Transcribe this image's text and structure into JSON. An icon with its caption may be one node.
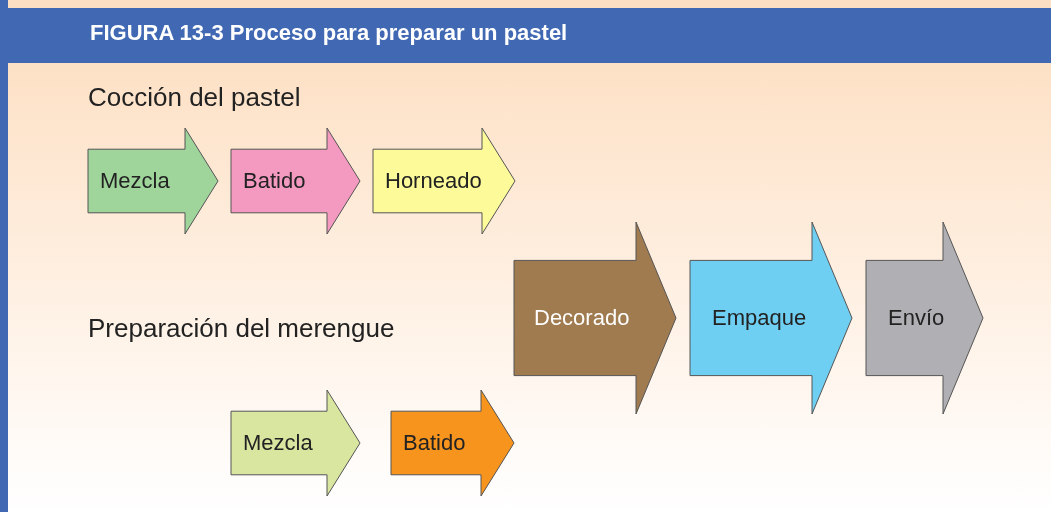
{
  "diagram": {
    "title": "FIGURA 13-3 Proceso para preparar un pastel",
    "nodes": [
      {
        "text": [
          "Mezcla"
        ]
      },
      {
        "text": [
          "Batido"
        ]
      },
      {
        "text": [
          "Horneado"
        ]
      },
      {
        "text": [
          "Decorado"
        ]
      },
      {
        "text": [
          "Empaque"
        ]
      },
      {
        "text": [
          "Envío"
        ]
      },
      {
        "text": [
          "Mezcla"
        ]
      },
      {
        "text": [
          "Batido"
        ]
      }
    ],
    "labels": [
      "Cocción del pastel",
      "Preparación del merengue"
    ]
  }
}
